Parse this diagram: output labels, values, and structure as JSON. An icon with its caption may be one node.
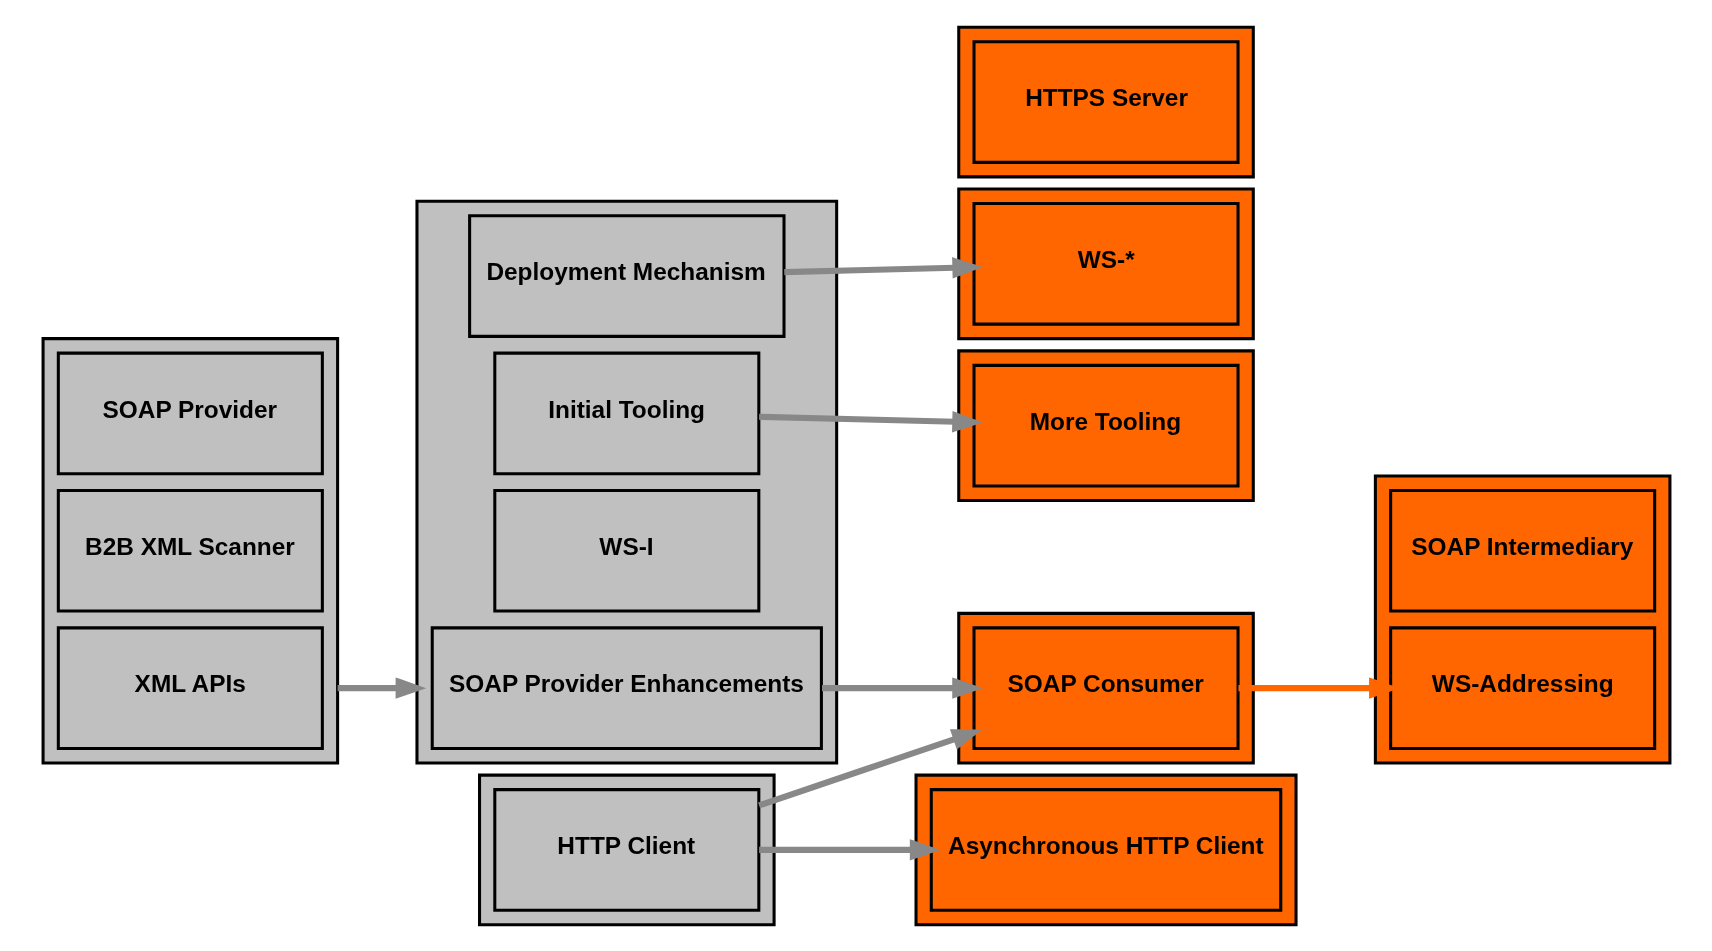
{
  "diagram": {
    "nodes": [
      {
        "text": [],
        "shape": "box"
      },
      {
        "text": [
          "SOAP Provider"
        ],
        "in": 0
      },
      {
        "text": [
          "B2B XML Scanner"
        ],
        "in": 0
      },
      {
        "text": [
          "XML APIs"
        ],
        "in": 0
      },
      {
        "text": [],
        "shape": "box"
      },
      {
        "text": [
          "HTTP Client"
        ],
        "in": 4
      },
      {
        "text": [],
        "shape": "box"
      },
      {
        "text": [
          "SOAP Provider Enhancements"
        ],
        "in": 6
      },
      {
        "text": [
          "Deployment Mechanism"
        ],
        "in": 6
      },
      {
        "text": [
          "WS-I"
        ],
        "in": 6
      },
      {
        "text": [
          "Initial Tooling"
        ],
        "in": 6
      },
      {
        "text": [],
        "shape": "box"
      },
      {
        "text": [
          "Asynchronous HTTP Client"
        ],
        "in": 11
      },
      {
        "text": [],
        "shape": "box"
      },
      {
        "text": [
          "SOAP Consumer"
        ],
        "in": 13
      },
      {
        "text": [],
        "shape": "box"
      },
      {
        "text": [
          "WS-*"
        ],
        "in": 15
      },
      {
        "text": [],
        "shape": "box"
      },
      {
        "text": [
          "More Tooling"
        ],
        "in": 17
      },
      {
        "text": [],
        "shape": "box"
      },
      {
        "text": [
          "HTTPS Server"
        ],
        "in": 19
      },
      {
        "text": [],
        "shape": "box"
      },
      {
        "text": [
          "SOAP Intermediary"
        ],
        "in": 21
      },
      {
        "text": [
          "WS-Addressing"
        ],
        "in": 21
      }
    ],
    "edges": [
      {
        "from": 0,
        "to": 6,
        "arrow": "to"
      },
      {
        "from": 5,
        "to": 12,
        "arrow": "to"
      },
      {
        "from": 5,
        "to": 14,
        "arrow": "to"
      },
      {
        "from": 7,
        "to": 14,
        "arrow": "to"
      },
      {
        "from": 8,
        "to": 16,
        "arrow": "to"
      },
      {
        "from": 10,
        "to": 18,
        "arrow": "to"
      },
      {
        "from": 14,
        "to": 23,
        "arrow": "to",
        "color": "#ff6600"
      }
    ]
  }
}
